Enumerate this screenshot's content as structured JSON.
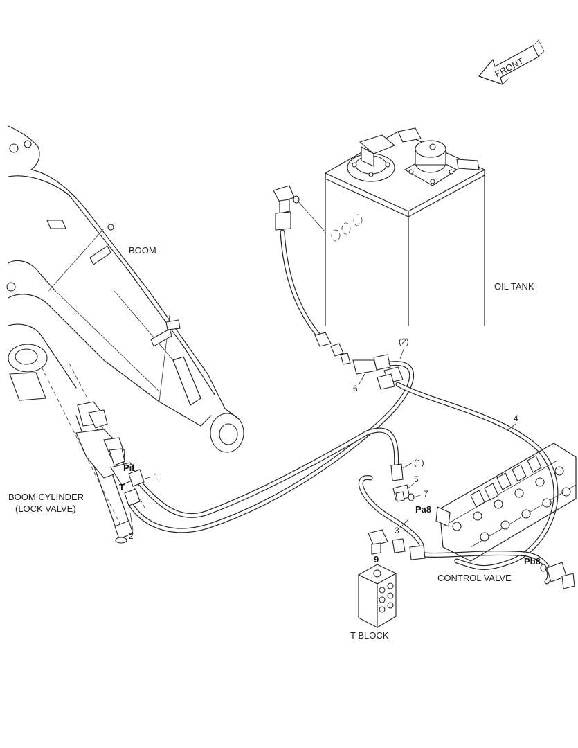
{
  "labels": {
    "front": "FRONT",
    "boom": "BOOM",
    "oil_tank": "OIL TANK",
    "boom_cylinder_1": "BOOM CYLINDER",
    "boom_cylinder_2": "(LOCK VALVE)",
    "control_valve": "CONTROL VALVE",
    "t_block": "T BLOCK"
  },
  "ports": {
    "pil": "Pil",
    "t": "T",
    "pa8": "Pa8",
    "pb8": "Pb8"
  },
  "callouts": {
    "n1": "1",
    "n2": "2",
    "n3": "3",
    "n4": "4",
    "n5": "5",
    "n6": "6",
    "n7": "7",
    "n9": "9",
    "ref1": "(1)",
    "ref2": "(2)"
  },
  "colors": {
    "ink": "#222222",
    "paper": "#ffffff"
  }
}
